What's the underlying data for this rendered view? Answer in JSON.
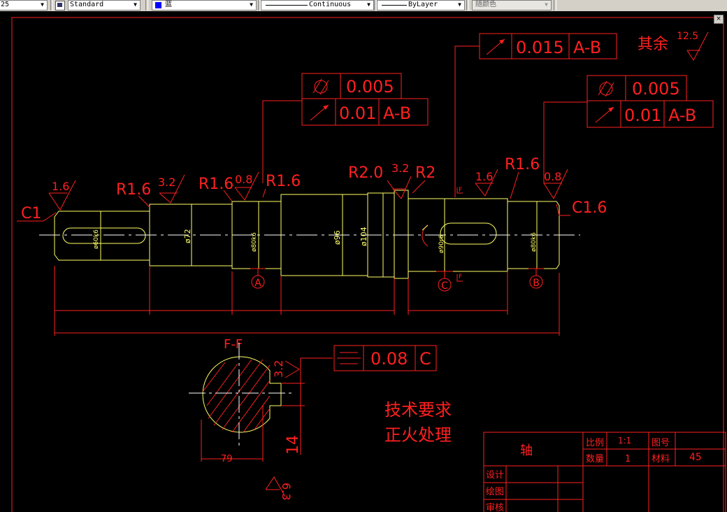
{
  "toolbar": {
    "scale_value": "25",
    "text_style": "Standard",
    "color_value": "蓝",
    "linetype": "Continuous",
    "lineweight": "ByLayer",
    "plot_style": "随颜色"
  },
  "drawing": {
    "roughness_note_label": "其余",
    "roughness_note_value": "12.5",
    "fcf_top_runout_tol": "0.015",
    "fcf_top_runout_datum": "A-B",
    "fcf_left_cyl_tol": "0.005",
    "fcf_left_runout_tol": "0.01",
    "fcf_left_runout_datum": "A-B",
    "fcf_right_cyl_tol": "0.005",
    "fcf_right_runout_tol": "0.01",
    "fcf_right_runout_datum": "A-B",
    "fcf_sym_tol": "0.08",
    "fcf_sym_datum": "C",
    "chamfer_left": "C1",
    "chamfer_right": "C1.6",
    "radius_1": "R1.6",
    "radius_2": "R1.6",
    "radius_3": "R1.6",
    "radius_4": "R2.0",
    "radius_5": "R2",
    "radius_6": "R1.6",
    "rough_1": "1.6",
    "rough_2": "3.2",
    "rough_3": "0.8",
    "rough_4": "3.2",
    "rough_5": "1.6",
    "rough_6": "0.8",
    "rough_section": "3.2",
    "rough_bottom": "6.3",
    "dim_72": "ø72",
    "dim_96": "ø96",
    "dim_104": "ø104",
    "datum_a": "A",
    "datum_b": "B",
    "datum_c": "C",
    "section_mark": "F",
    "section_title": "F-F",
    "dim_keyway_depth": "79",
    "dim_keyway_width": "14",
    "tech_req_title": "技术要求",
    "tech_req_item": "正火处理"
  },
  "title_block": {
    "part_name": "轴",
    "scale_label": "比例",
    "scale_value": "1:1",
    "drawing_no_label": "图号",
    "qty_label": "数量",
    "qty_value": "1",
    "material_label": "材料",
    "material_value": "45",
    "design_label": "设计",
    "drawn_label": "绘图",
    "review_label": "审核"
  },
  "colors": {
    "canvas": "#000000",
    "dimension_red": "#ff2020",
    "outline_yellow": "#ffff66",
    "centerline_white": "#ffffff"
  }
}
